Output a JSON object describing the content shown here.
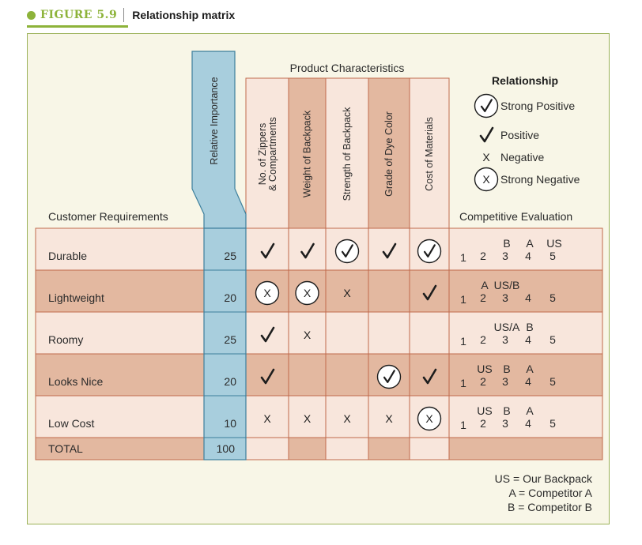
{
  "figure": {
    "number": "FIGURE 5.9",
    "title": "Relationship matrix"
  },
  "headers": {
    "product_characteristics": "Product Characteristics",
    "relative_importance": "Relative Importance",
    "customer_requirements": "Customer Requirements",
    "competitive_evaluation": "Competitive Evaluation"
  },
  "characteristics": [
    "No. of Zippers|& Compartments",
    "Weight of Backpack",
    "Strength of Backpack",
    "Grade of Dye Color",
    "Cost of Materials"
  ],
  "legend": {
    "title": "Relationship",
    "items": [
      {
        "symbol": "strong-positive",
        "label": "Strong Positive"
      },
      {
        "symbol": "positive",
        "label": "Positive"
      },
      {
        "symbol": "negative",
        "label": "Negative"
      },
      {
        "symbol": "strong-negative",
        "label": "Strong Negative"
      }
    ]
  },
  "scale": [
    "1",
    "2",
    "3",
    "4",
    "5"
  ],
  "rows": [
    {
      "requirement": "Durable",
      "importance": "25",
      "relations": [
        "positive",
        "positive",
        "strong-positive",
        "positive",
        "strong-positive"
      ],
      "evaluation": {
        "3": "B",
        "4": "A",
        "5": "US"
      }
    },
    {
      "requirement": "Lightweight",
      "importance": "20",
      "relations": [
        "strong-negative",
        "strong-negative",
        "negative",
        "",
        "positive"
      ],
      "evaluation": {
        "2": "A",
        "3": "US/B"
      }
    },
    {
      "requirement": "Roomy",
      "importance": "25",
      "relations": [
        "positive",
        "negative",
        "",
        "",
        ""
      ],
      "evaluation": {
        "3": "US/A",
        "4": "B"
      }
    },
    {
      "requirement": "Looks Nice",
      "importance": "20",
      "relations": [
        "positive",
        "",
        "",
        "strong-positive",
        "positive"
      ],
      "evaluation": {
        "2": "US",
        "3": "B",
        "4": "A"
      }
    },
    {
      "requirement": "Low Cost",
      "importance": "10",
      "relations": [
        "negative",
        "negative",
        "negative",
        "negative",
        "strong-negative"
      ],
      "evaluation": {
        "2": "US",
        "3": "B",
        "4": "A"
      }
    }
  ],
  "total": {
    "label": "TOTAL",
    "importance": "100"
  },
  "key": [
    "US = Our Backpack",
    "A = Competitor A",
    "B = Competitor B"
  ],
  "symbol_text": {
    "negative": "X",
    "strong_negative": "X"
  },
  "colors": {
    "accent_green": "#8db33a",
    "panel_bg": "#f8f6e7",
    "panel_border": "#9bb158",
    "row_light": "#f8e6dc",
    "row_dark": "#e3b8a0",
    "grid_line": "#c06a4c",
    "importance_blue": "#a8cedd",
    "importance_border": "#3d7f9c"
  }
}
